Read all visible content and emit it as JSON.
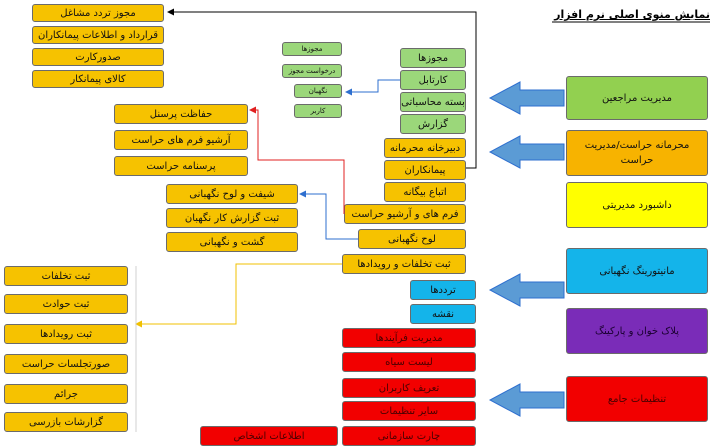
{
  "title": "نمایش منوی اصلی نرم افزار",
  "categories": [
    {
      "label": "مدیریت مراجعین",
      "color": "#92d050"
    },
    {
      "label": "محرمانه حراست/مدیریت حراست",
      "color": "#f7b300"
    },
    {
      "label": "داشبورد مدیریتی",
      "color": "#ffff00"
    },
    {
      "label": "مانیتورینگ نگهبانی",
      "color": "#14b4ea"
    },
    {
      "label": "پلاک خوان و پارکینگ",
      "color": "#7a2cb8"
    },
    {
      "label": "تنظیمات جامع",
      "color": "#f20000"
    }
  ],
  "visitors_menu": [
    "مجوزها",
    "کارتابل",
    "بسته محاسباتی",
    "گزارش"
  ],
  "permit_sub": [
    "مجوزها",
    "درخواست مجوز",
    "نگهبان",
    "کاربر"
  ],
  "security_menu": [
    "دبیرخانه محرمانه",
    "پیمانکاران",
    "اتباع بیگانه",
    "فرم های و آرشیو حراست",
    "لوح نگهبانی",
    "ثبت تخلفات و رویدادها"
  ],
  "contractor_sub": [
    "مجوز تردد مشاغل",
    "قرارداد و اطلاعات پیمانکاران",
    "صدورکارت",
    "کالای پیمانکار"
  ],
  "forms_sub": [
    "حفاظت پرسنل",
    "آرشیو فرم های حراست",
    "پرسنامه حراست"
  ],
  "guard_sub": [
    "شیفت و لوح نگهبانی",
    "ثبت گزارش کار نگهبان",
    "گشت و نگهبانی"
  ],
  "violations_sub": [
    "ثبت تخلفات",
    "ثبت حوادث",
    "ثبت رویدادها",
    "صورتجلسات حراست",
    "جرائم",
    "گزارشات بازرسی"
  ],
  "monitoring_menu": [
    "ترددها",
    "نقشه"
  ],
  "settings_menu": [
    "مدیریت فرآیندها",
    "لیست سیاه",
    "تعریف کاربران",
    "سایر تنظیمات",
    "چارت سازمانی",
    "اطلاعات اشخاص"
  ]
}
